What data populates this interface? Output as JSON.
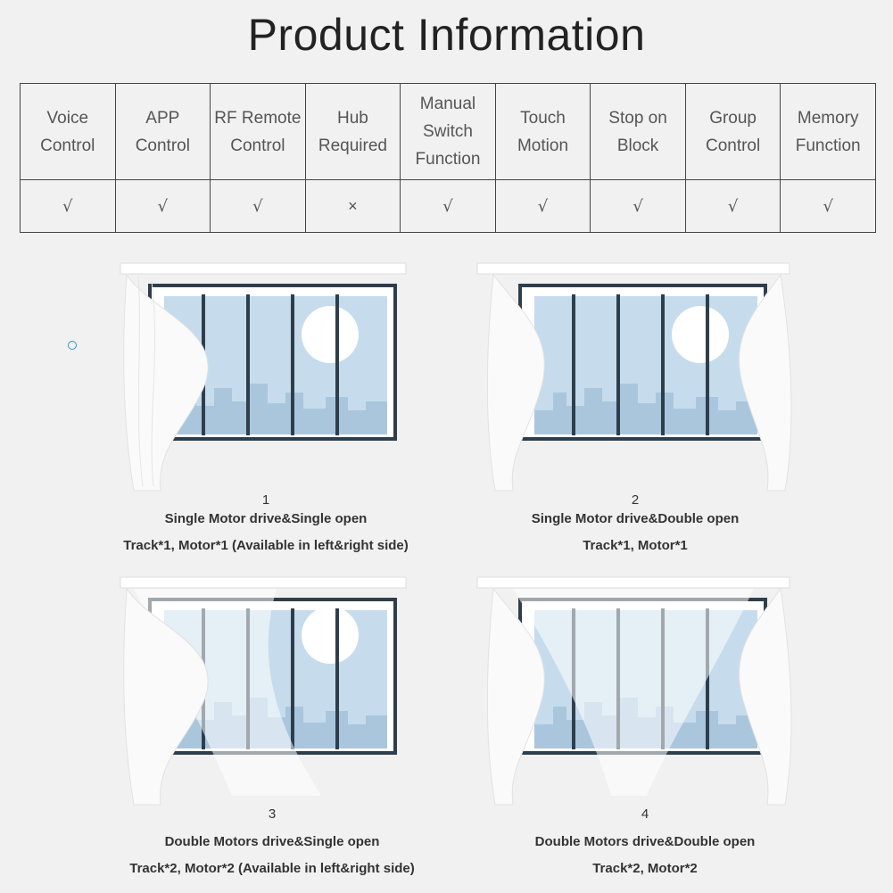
{
  "title": "Product Information",
  "features": [
    {
      "lines": [
        "Voice",
        "Control"
      ],
      "mark": "√",
      "supported": true
    },
    {
      "lines": [
        "APP",
        "Control"
      ],
      "mark": "√",
      "supported": true
    },
    {
      "lines": [
        "RF Remote",
        "Control"
      ],
      "mark": "√",
      "supported": true
    },
    {
      "lines": [
        "Hub",
        "Required"
      ],
      "mark": "×",
      "supported": false
    },
    {
      "lines": [
        "Manual",
        "Switch",
        "Function"
      ],
      "mark": "√",
      "supported": true
    },
    {
      "lines": [
        "Touch",
        "Motion"
      ],
      "mark": "√",
      "supported": true
    },
    {
      "lines": [
        "Stop on",
        "Block"
      ],
      "mark": "√",
      "supported": true
    },
    {
      "lines": [
        "Group",
        "Control"
      ],
      "mark": "√",
      "supported": true
    },
    {
      "lines": [
        "Memory",
        "Function"
      ],
      "mark": "√",
      "supported": true
    }
  ],
  "colors": {
    "check": "#333333",
    "cross": "#d0261e",
    "glass": "#c6dcec",
    "frame": "#2f3e4c",
    "sky_city": "#a9c6dd"
  },
  "modes": [
    {
      "number": "1",
      "title": "Single Motor drive&Single open",
      "spec": "Track*1, Motor*1 (Available in left&right side)",
      "open": "single"
    },
    {
      "number": "2",
      "title": "Single Motor drive&Double open",
      "spec": "Track*1, Motor*1",
      "open": "double"
    },
    {
      "number": "3",
      "title": "Double Motors drive&Single open",
      "spec": "Track*2, Motor*2 (Available in left&right side)",
      "open": "single"
    },
    {
      "number": "4",
      "title": "Double Motors drive&Double open",
      "spec": "Track*2, Motor*2",
      "open": "double"
    }
  ]
}
